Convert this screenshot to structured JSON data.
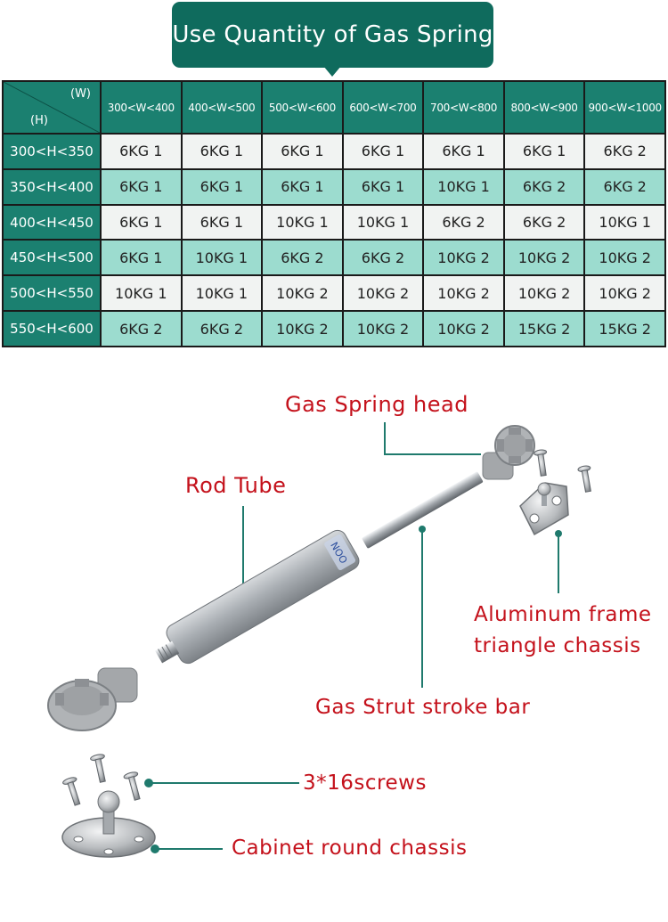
{
  "header": {
    "title": "Use Quantity of Gas Spring"
  },
  "table": {
    "corner_w": "(W)",
    "corner_h": "(H)",
    "columns": [
      "300<W<400",
      "400<W<500",
      "500<W<600",
      "600<W<700",
      "700<W<800",
      "800<W<900",
      "900<W<1000"
    ],
    "rows": [
      {
        "label": "300<H<350",
        "cells": [
          "6KG 1",
          "6KG 1",
          "6KG 1",
          "6KG 1",
          "6KG 1",
          "6KG 1",
          "6KG 2"
        ]
      },
      {
        "label": "350<H<400",
        "cells": [
          "6KG 1",
          "6KG 1",
          "6KG 1",
          "6KG 1",
          "10KG 1",
          "6KG 2",
          "6KG 2"
        ]
      },
      {
        "label": "400<H<450",
        "cells": [
          "6KG 1",
          "6KG 1",
          "10KG 1",
          "10KG 1",
          "6KG 2",
          "6KG 2",
          "10KG 1"
        ]
      },
      {
        "label": "450<H<500",
        "cells": [
          "6KG 1",
          "10KG 1",
          "6KG 2",
          "6KG 2",
          "10KG 2",
          "10KG 2",
          "10KG 2"
        ]
      },
      {
        "label": "500<H<550",
        "cells": [
          "10KG 1",
          "10KG 1",
          "10KG 2",
          "10KG 2",
          "10KG 2",
          "10KG 2",
          "10KG 2"
        ]
      },
      {
        "label": "550<H<600",
        "cells": [
          "6KG 2",
          "6KG 2",
          "10KG 2",
          "10KG 2",
          "10KG 2",
          "15KG 2",
          "15KG 2"
        ]
      }
    ]
  },
  "diagram": {
    "labels": {
      "head": "Gas Spring head",
      "rod_tube": "Rod Tube",
      "frame_line1": "Aluminum frame",
      "frame_line2": "triangle chassis",
      "stroke_bar": "Gas Strut stroke bar",
      "screws": "3*16screws",
      "round_chassis": "Cabinet round chassis"
    },
    "tube_marking": "NOO",
    "colors": {
      "label": "#c4111b",
      "leader_line": "#1f7a6d",
      "header_bg": "#0f6b5d",
      "table_header": "#1b8070",
      "row_light": "#f1f3f2",
      "row_teal": "#9cdccf"
    }
  }
}
